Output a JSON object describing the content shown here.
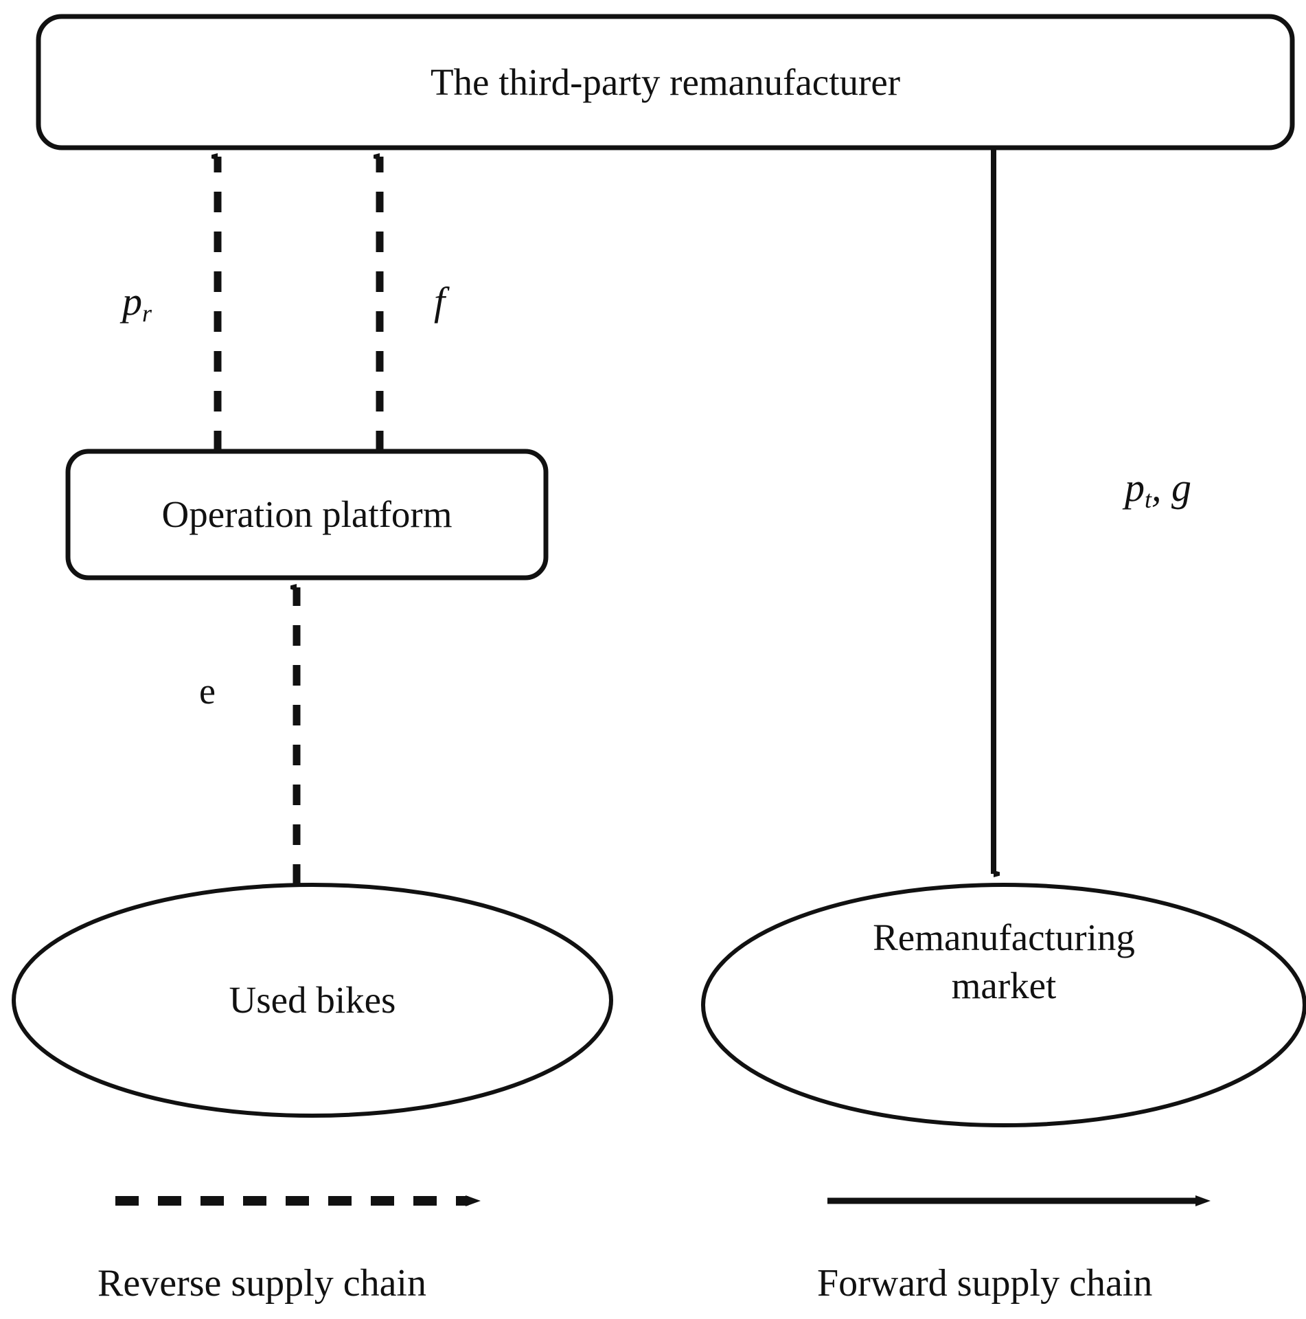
{
  "diagram": {
    "title_node": {
      "label": "The third-party remanufacturer"
    },
    "platform_node": {
      "label": "Operation platform"
    },
    "used_bikes_node": {
      "label": "Used bikes"
    },
    "market_node": {
      "label_line1": "Remanufacturing",
      "label_line2": "market"
    },
    "edges": {
      "pr": {
        "symbol": "p",
        "subscript": "r"
      },
      "f": {
        "symbol": "f"
      },
      "e": {
        "symbol": "e"
      },
      "ptg": {
        "symbol": "p",
        "subscript": "t",
        "suffix": ", g"
      }
    },
    "legend": {
      "reverse": {
        "label": "Reverse supply chain",
        "style": "dashed"
      },
      "forward": {
        "label": "Forward supply chain",
        "style": "solid"
      }
    },
    "colors": {
      "stroke": "#111111",
      "background": "#ffffff",
      "text": "#111111"
    }
  }
}
